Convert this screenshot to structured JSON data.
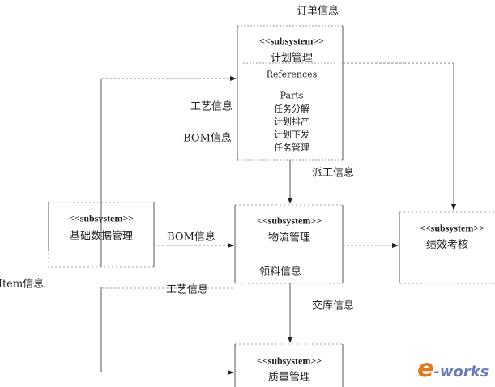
{
  "stereotype": "<<subsystem>>",
  "boxes": {
    "planning": {
      "name": "计划管理",
      "references": "References",
      "parts": "Parts",
      "items": [
        "任务分解",
        "计划排产",
        "计划下发",
        "任务管理"
      ]
    },
    "basic_data": {
      "name": "基础数据管理"
    },
    "logistics": {
      "name": "物流管理",
      "inner_label": "领料信息"
    },
    "performance": {
      "name": "绩效考核"
    },
    "quality": {
      "name": "质量管理"
    }
  },
  "flows": {
    "order": "订单信息",
    "process_top": "工艺信息",
    "bom_top": "BOM信息",
    "dispatch": "派工信息",
    "bom_mid": "BOM信息",
    "item": "Item信息",
    "process_mid": "工艺信息",
    "delivery": "交库信息"
  },
  "logo": {
    "text_e": "e",
    "text_rest": "-works",
    "color_e": "#e07a1f",
    "color_rest": "#6a7bb8"
  }
}
